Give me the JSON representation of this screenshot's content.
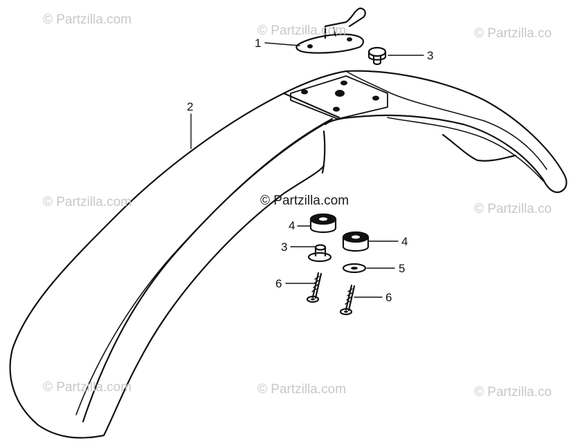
{
  "watermark": {
    "faint_text": "© Partzilla.com",
    "faint_text_cut": "© Partzilla.co",
    "strong_text": "© Partzilla.com"
  },
  "callouts": {
    "bracket": "1",
    "fender": "2",
    "collar_top": "3",
    "collar_left": "3",
    "rubber_left": "4",
    "rubber_right": "4",
    "washer": "5",
    "bolt_left": "6",
    "bolt_right": "6"
  },
  "colors": {
    "line": "#111111",
    "watermark_faint": "#c8c8c8",
    "watermark_strong": "#1a1a1a"
  }
}
